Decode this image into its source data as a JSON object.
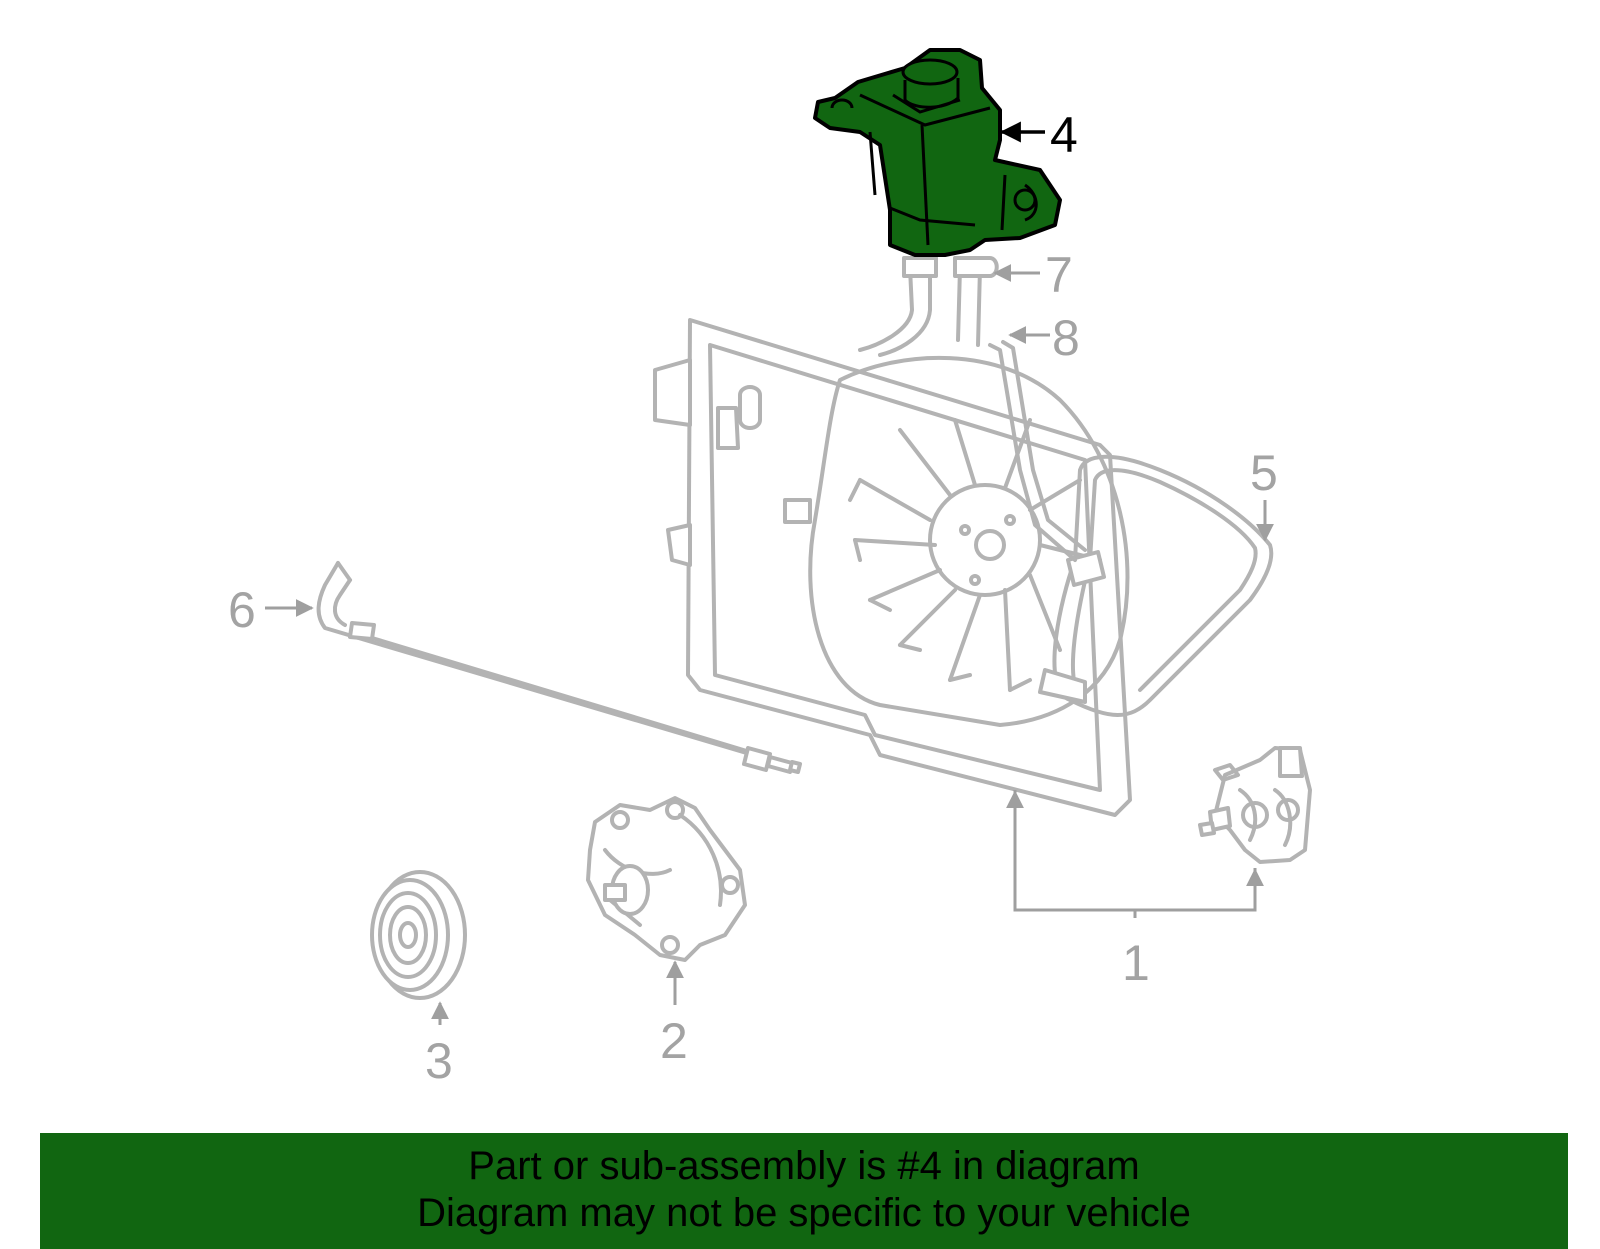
{
  "callouts": {
    "c1": "1",
    "c2": "2",
    "c3": "3",
    "c4": "4",
    "c5": "5",
    "c6": "6",
    "c7": "7",
    "c8": "8"
  },
  "highlight_color": "#116611",
  "banner": {
    "line1": "Part or sub-assembly is #4 in diagram",
    "line2": "Diagram may not be specific to your vehicle"
  }
}
